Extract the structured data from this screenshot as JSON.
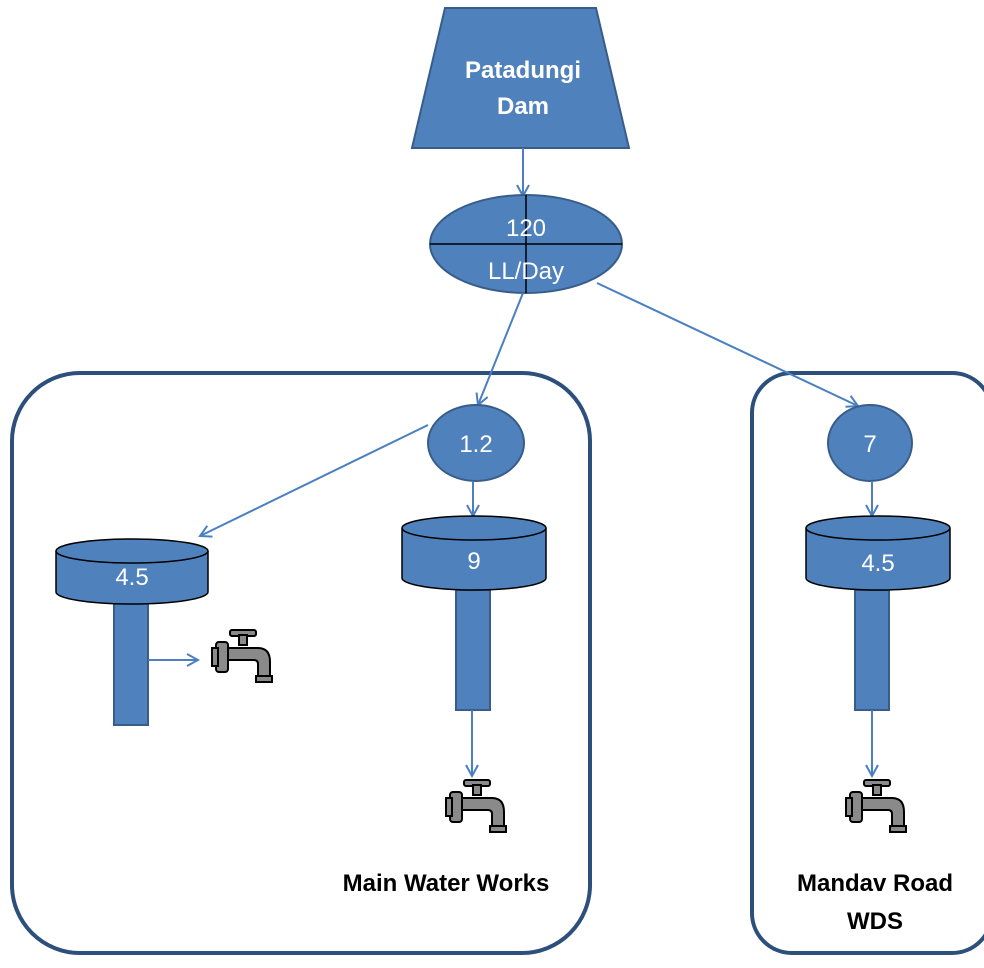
{
  "source": {
    "line1": "Patadungi",
    "line2": "Dam"
  },
  "supply": {
    "value": "120",
    "unit": "LL/Day"
  },
  "zones": {
    "main": {
      "label": "Main Water Works",
      "node": "1.2",
      "tank_left": "4.5",
      "tank_right": "9"
    },
    "mandav": {
      "label_line1": "Mandav Road",
      "label_line2": "WDS",
      "node": "7",
      "tank": "4.5"
    }
  },
  "colors": {
    "shape_fill": "#4f81bd",
    "shape_stroke": "#385d8a",
    "zone_border": "#2c4f7c",
    "arrow": "#4a7fc1",
    "tap_fill": "#8a8a8a"
  },
  "icons": [
    "water-tap-icon"
  ]
}
